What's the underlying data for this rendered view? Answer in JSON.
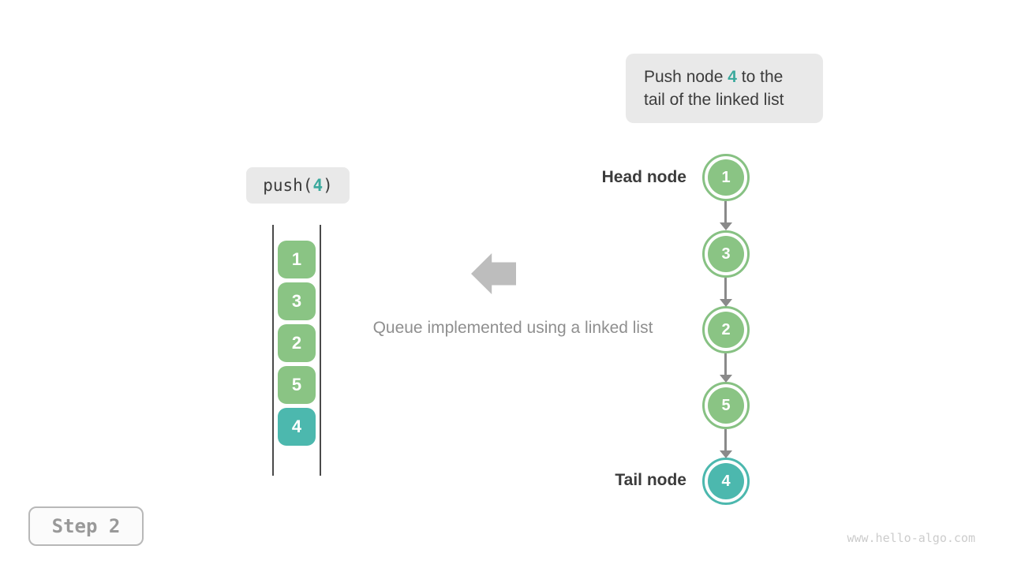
{
  "note": {
    "line1_prefix": "Push node ",
    "accent": "4",
    "line1_suffix": " to the",
    "line2": "tail of the linked list"
  },
  "push_label": {
    "prefix": "push(",
    "accent": "4",
    "suffix": ")"
  },
  "stack": {
    "items": [
      "1",
      "3",
      "2",
      "5",
      "4"
    ]
  },
  "caption": "Queue implemented using a linked list",
  "linked_list": {
    "head_label": "Head node",
    "tail_label": "Tail node",
    "nodes": [
      {
        "value": "1",
        "role": "head"
      },
      {
        "value": "3",
        "role": ""
      },
      {
        "value": "2",
        "role": ""
      },
      {
        "value": "5",
        "role": ""
      },
      {
        "value": "4",
        "role": "tail"
      }
    ]
  },
  "step_badge": "Step 2",
  "watermark": "www.hello-algo.com",
  "colors": {
    "node_green": "#8ac484",
    "node_teal": "#4cb8ae",
    "accent_text": "#3ba99d",
    "note_background": "#e9e9e9",
    "arrow_gray": "#8a8a8a",
    "big_arrow_gray": "#bdbdbd"
  }
}
